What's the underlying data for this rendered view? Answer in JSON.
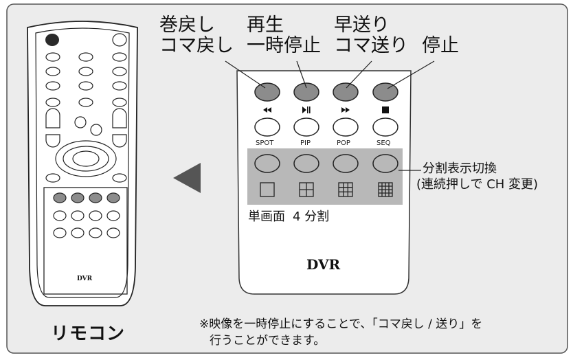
{
  "labels": {
    "rewind_line1": "巻戻し",
    "rewind_line2": "コマ戻し",
    "play_line1": "再生",
    "play_line2": "一時停止",
    "ff_line1": "早送り",
    "ff_line2": "コマ送り",
    "stop": "停止",
    "split_line1": "分割表示切換",
    "split_line2": "(連続押しで CH 変更)",
    "single_screen": "単画面",
    "four_split": "4 分割",
    "remote_caption": "リモコン",
    "note_line1": "※映像を一時停止にすることで、「コマ戻し / 送り」を",
    "note_line2": "行うことができます。"
  },
  "remote_small": {
    "brand": "DVR"
  },
  "remote_large": {
    "brand": "DVR",
    "function_keys": [
      "SPOT",
      "PIP",
      "POP",
      "SEQ"
    ],
    "transport_icons": [
      "rewind-icon",
      "play-pause-icon",
      "fast-forward-icon",
      "stop-icon"
    ],
    "split_icons": [
      "single-screen-icon",
      "quad-split-icon",
      "nine-split-icon",
      "sixteen-split-icon"
    ]
  },
  "colors": {
    "panel_bg": "#ececec",
    "key_gray": "#8c8c8c",
    "split_area": "#b8b8b8",
    "arrow": "#555555"
  }
}
